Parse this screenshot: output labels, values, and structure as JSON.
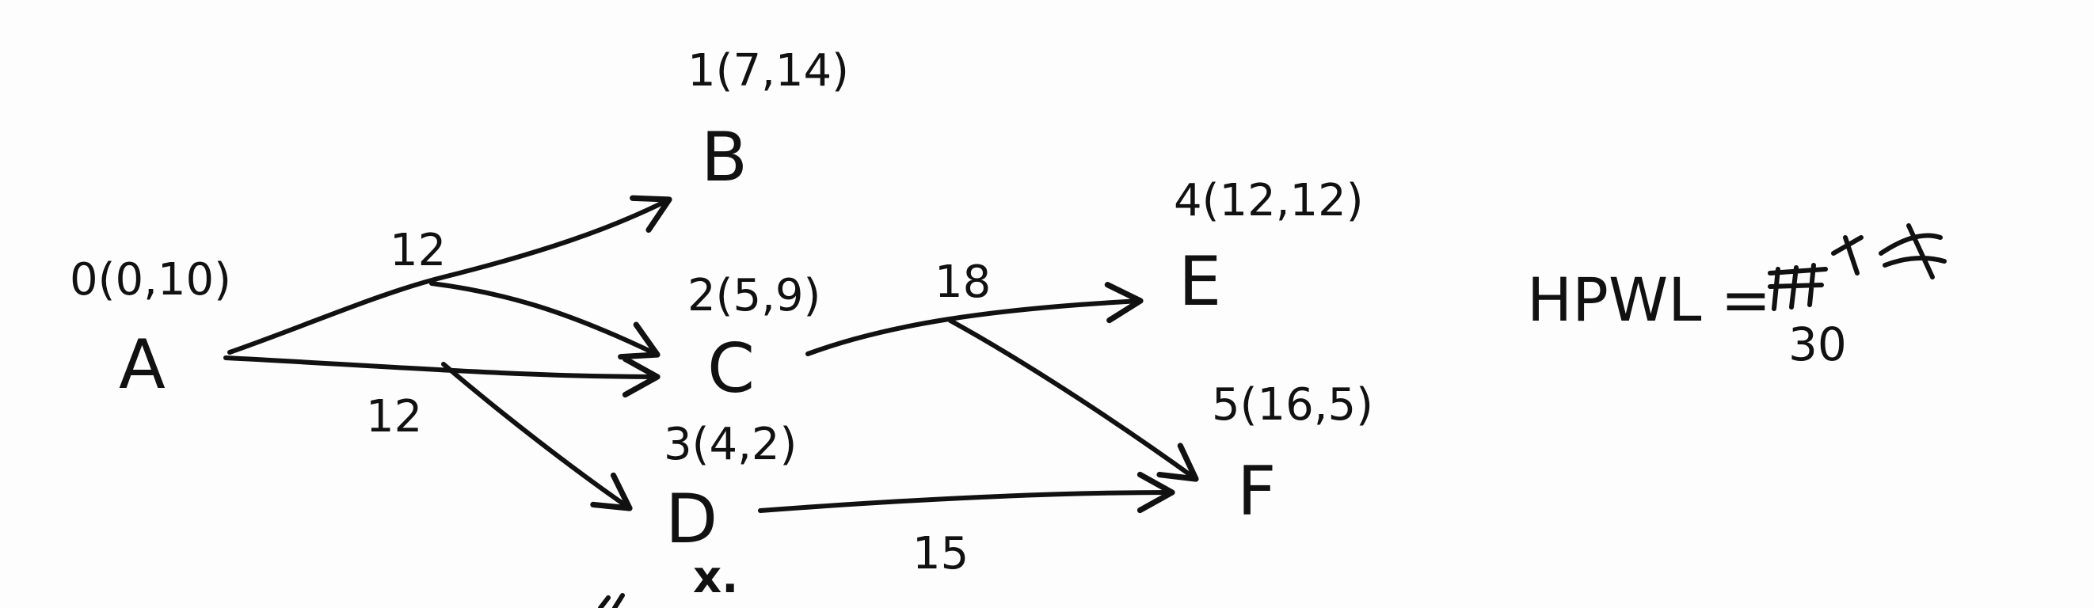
{
  "graph": {
    "nodes": {
      "A": {
        "label": "A",
        "coord": "0(0,10)"
      },
      "B": {
        "label": "B",
        "coord": "1(7,14)"
      },
      "C": {
        "label": "C",
        "coord": "2(5,9)"
      },
      "D": {
        "label": "D",
        "coord": "3(4,2)"
      },
      "E": {
        "label": "E",
        "coord": "4(12,12)"
      },
      "F": {
        "label": "F",
        "coord": "5(16,5)"
      }
    },
    "edge_weights": {
      "A_BC": "12",
      "A_CD": "12",
      "C_EF": "18",
      "D_F": "15"
    },
    "marks": {
      "D_below": "x."
    }
  },
  "hpwl": {
    "label": "HPWL =",
    "value": "30"
  }
}
